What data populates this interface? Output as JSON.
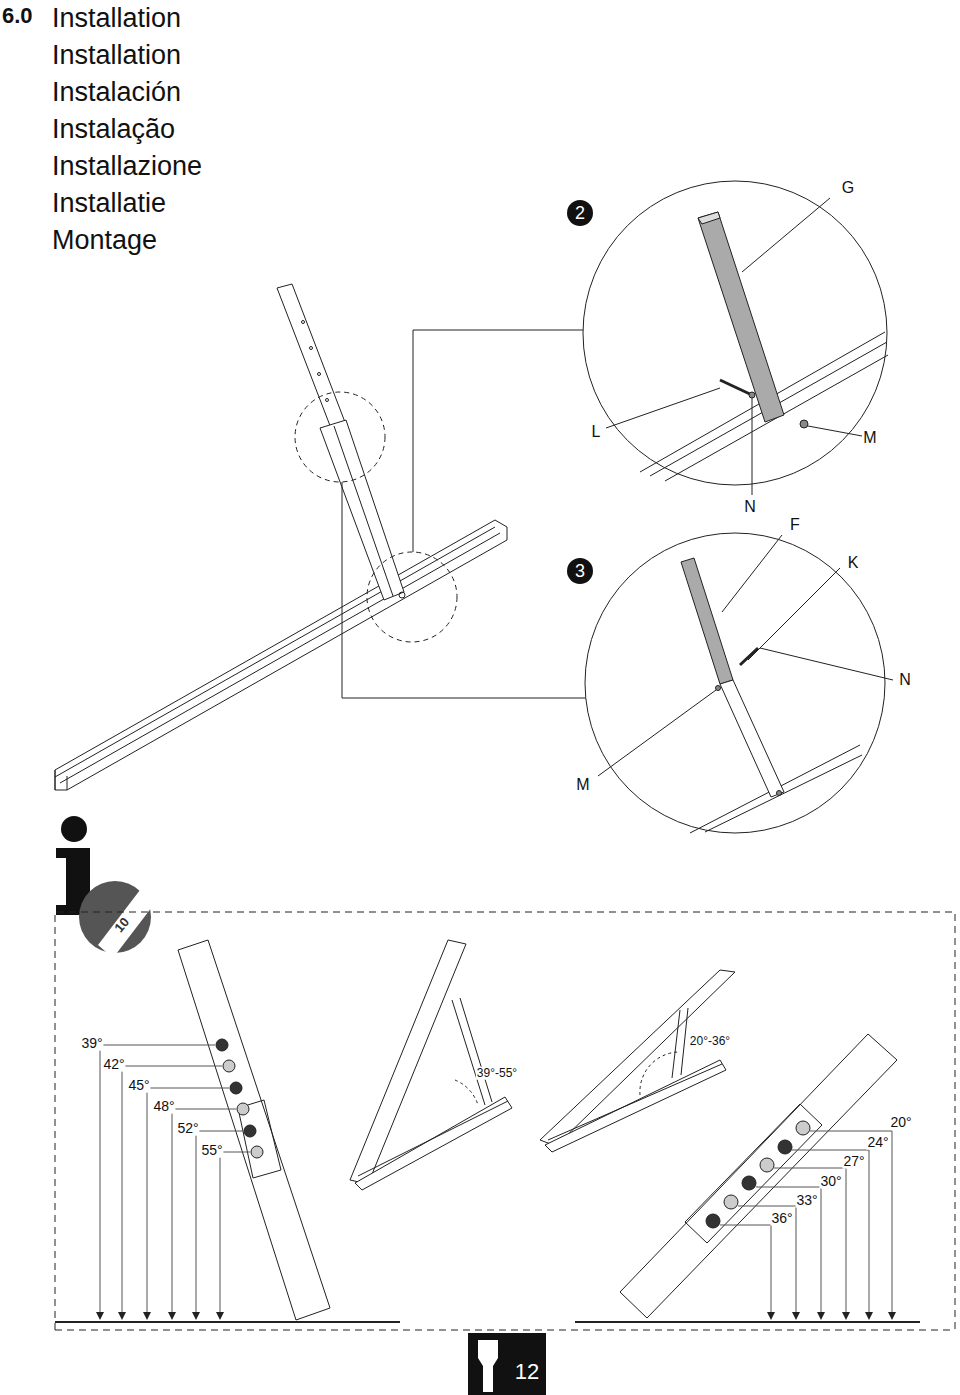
{
  "diagram": {
    "labels": [
      "6.0",
      "Installation",
      "Installation",
      "Instalación",
      "Instalação",
      "Installazione",
      "Installatie",
      "Montage",
      "2",
      "G",
      "L",
      "M",
      "N",
      "F",
      "3",
      "K",
      "N",
      "M",
      "10",
      "39°",
      "42°",
      "45°",
      "48°",
      "52°",
      "55°",
      "39°-55°",
      "20°-36°",
      "20°",
      "24°",
      "27°",
      "30°",
      "33°",
      "36°",
      "12"
    ]
  }
}
